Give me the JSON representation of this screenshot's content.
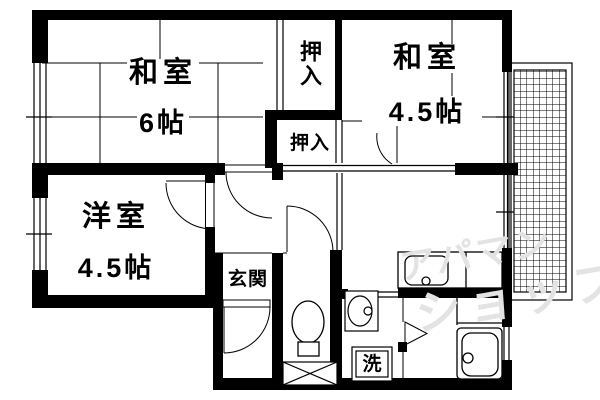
{
  "colors": {
    "line": "#000000",
    "background": "#ffffff",
    "watermark": "#e3e3e3"
  },
  "rooms": {
    "japanese_room_6": {
      "name": "和室",
      "size": "6帖"
    },
    "japanese_room_4_5": {
      "name": "和室",
      "size": "4.5帖"
    },
    "western_room": {
      "name": "洋室",
      "size": "4.5帖"
    },
    "closet_upper": {
      "label": "押入"
    },
    "closet_lower": {
      "label": "押入"
    },
    "entrance": {
      "label": "玄関"
    },
    "laundry_pan": {
      "label": "洗"
    }
  },
  "fixtures": {
    "toilet": "toilet-icon",
    "washbasin": "washbasin-icon",
    "kitchen_sink": "kitchen-sink-icon",
    "bathtub": "bathtub-icon",
    "balcony_hatch": "balcony-hatch-pattern",
    "pipe_space": "crossed-box-icon"
  },
  "watermark": {
    "line1": "アパマン",
    "line2": "ショップ"
  }
}
